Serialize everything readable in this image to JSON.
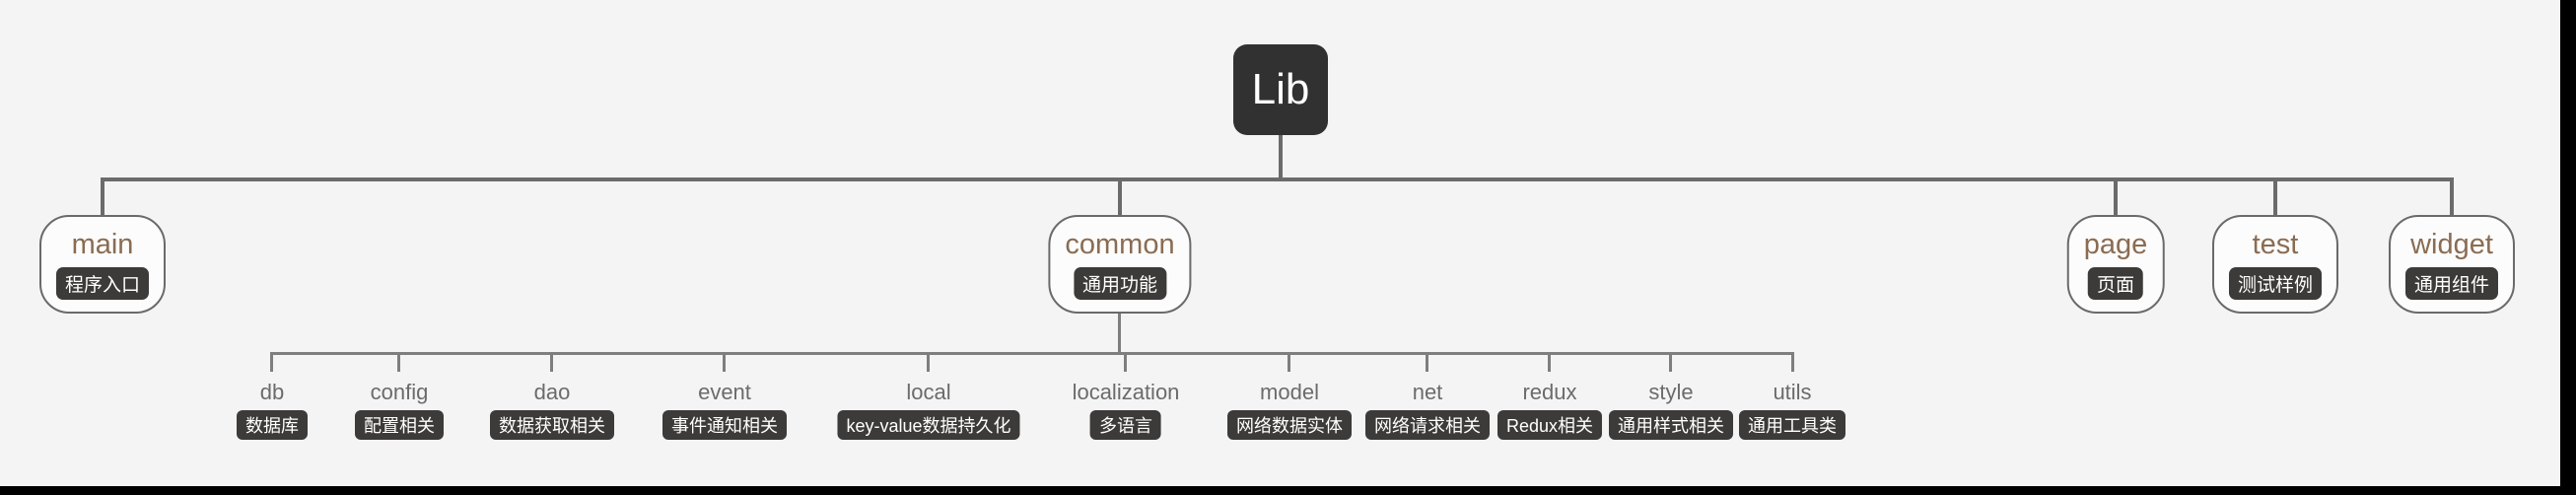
{
  "diagram": {
    "root": {
      "label": "Lib"
    },
    "branches": [
      {
        "label": "main",
        "badge": "程序入口"
      },
      {
        "label": "common",
        "badge": "通用功能"
      },
      {
        "label": "page",
        "badge": "页面"
      },
      {
        "label": "test",
        "badge": "测试样例"
      },
      {
        "label": "widget",
        "badge": "通用组件"
      }
    ],
    "common_children": [
      {
        "label": "db",
        "badge": "数据库"
      },
      {
        "label": "config",
        "badge": "配置相关"
      },
      {
        "label": "dao",
        "badge": "数据获取相关"
      },
      {
        "label": "event",
        "badge": "事件通知相关"
      },
      {
        "label": "local",
        "badge": "key-value数据持久化"
      },
      {
        "label": "localization",
        "badge": "多语言"
      },
      {
        "label": "model",
        "badge": "网络数据实体"
      },
      {
        "label": "net",
        "badge": "网络请求相关"
      },
      {
        "label": "redux",
        "badge": "Redux相关"
      },
      {
        "label": "style",
        "badge": "通用样式相关"
      },
      {
        "label": "utils",
        "badge": "通用工具类"
      }
    ],
    "colors": {
      "background": "#f5f4f4",
      "root_fill": "#323131",
      "root_text": "#ffffff",
      "branch_title": "#8a6c52",
      "badge_fill": "#3d3b3a",
      "badge_text": "#ffffff",
      "line_level1": "#6b6b6b",
      "line_level2": "#7e7e7e",
      "child_label": "#6b6b6b",
      "screen_edge": "#000000"
    }
  }
}
